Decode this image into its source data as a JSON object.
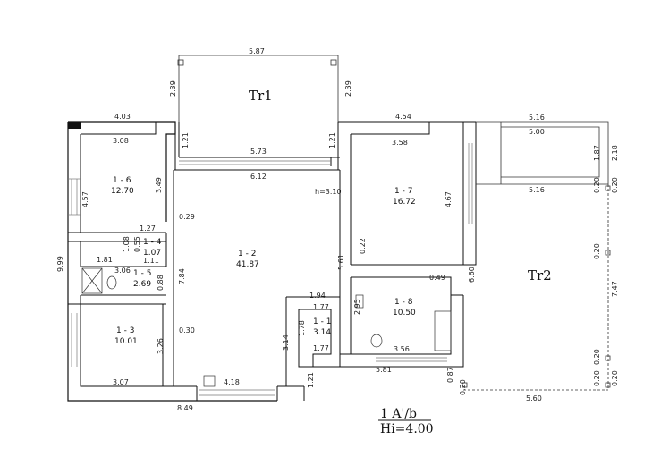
{
  "terraces": {
    "tr1": {
      "label": "Tr1",
      "top": "5.87",
      "left": "2.39",
      "right": "2.39"
    },
    "tr2": {
      "label": "Tr2",
      "top": "5.16",
      "mid": "5.00",
      "bottom": "5.16",
      "right": "2.18",
      "right_inner": "1.87",
      "height": "7.47",
      "bottom_len": "5.60"
    }
  },
  "rooms": [
    {
      "id": "1 - 6",
      "area": "12.70"
    },
    {
      "id": "1 - 4",
      "area": "1.07"
    },
    {
      "id": "1 - 5",
      "area": "2.69"
    },
    {
      "id": "1 - 3",
      "area": "10.01"
    },
    {
      "id": "1 - 2",
      "area": "41.87"
    },
    {
      "id": "1 - 1",
      "area": "3.14"
    },
    {
      "id": "1 - 7",
      "area": "16.72"
    },
    {
      "id": "1 - 8",
      "area": "10.50"
    }
  ],
  "ceiling_height": "h=3.10",
  "dims": {
    "d403": "4.03",
    "d308a": "3.08",
    "d457": "4.57",
    "d349": "3.49",
    "d999": "9.99",
    "d181": "1.81",
    "d127": "1.27",
    "d108": "1.08",
    "d055": "0.55",
    "d111": "1.11",
    "d306": "3.06",
    "d088": "0.88",
    "d029": "0.29",
    "d784": "7.84",
    "d030": "0.30",
    "d326": "3.26",
    "d307": "3.07",
    "d849": "8.49",
    "d418": "4.18",
    "d121a": "1.21",
    "d121b": "1.21",
    "d121c": "1.21",
    "d573": "5.73",
    "d612": "6.12",
    "d454": "4.54",
    "d358": "3.58",
    "d467": "4.67",
    "d022": "0.22",
    "d561": "5.61",
    "d194": "1.94",
    "d177a": "1.77",
    "d178": "1.78",
    "d314": "3.14",
    "d177b": "1.77",
    "d295": "2.95",
    "d356": "3.56",
    "d581": "5.81",
    "d049": "0.49",
    "d660": "6.60",
    "d087": "0.87",
    "d020a": "0.20",
    "d020b": "0.20",
    "d020c": "0.20",
    "d020d": "0.20",
    "d020e": "0.20",
    "d020f": "0.20",
    "d020g": "0.20"
  },
  "footer": {
    "line1": "1 A'/b",
    "line2": "Hi=4.00"
  }
}
